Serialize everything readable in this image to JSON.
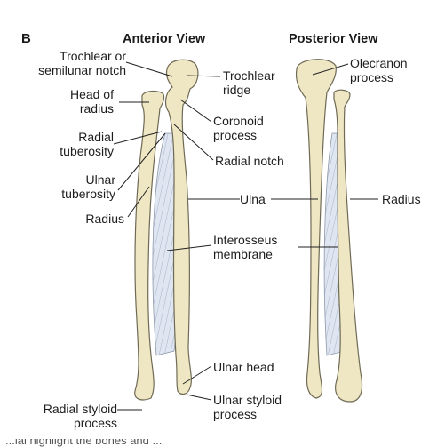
{
  "figure": {
    "panel_letter": "B",
    "views": {
      "anterior": "Anterior View",
      "posterior": "Posterior View"
    },
    "labels": {
      "trochlear_notch": [
        "Trochlear or",
        "semilunar notch"
      ],
      "head_of_radius": [
        "Head of",
        "radius"
      ],
      "radial_tuberosity": [
        "Radial",
        "tuberosity"
      ],
      "ulnar_tuberosity": [
        "Ulnar",
        "tuberosity"
      ],
      "radius_left": "Radius",
      "trochlear_ridge": [
        "Trochlear",
        "ridge"
      ],
      "coronoid_process": [
        "Coronoid",
        "process"
      ],
      "radial_notch": "Radial notch",
      "ulna": "Ulna",
      "interosseus_membrane": [
        "Interosseus",
        "membrane"
      ],
      "ulnar_head": "Ulnar head",
      "ulnar_styloid_process": [
        "Ulnar styloid",
        "process"
      ],
      "radial_styloid_process": [
        "Radial styloid",
        "process"
      ],
      "olecranon_process": [
        "Olecranon",
        "process"
      ],
      "radius_right": "Radius"
    },
    "caption_fragment": "...ial highlight the bones and ...",
    "colors": {
      "bone_fill": "#efe7c4",
      "bone_stroke": "#6f6a55",
      "membrane": "#dfe6f1",
      "leader": "#222222"
    }
  }
}
